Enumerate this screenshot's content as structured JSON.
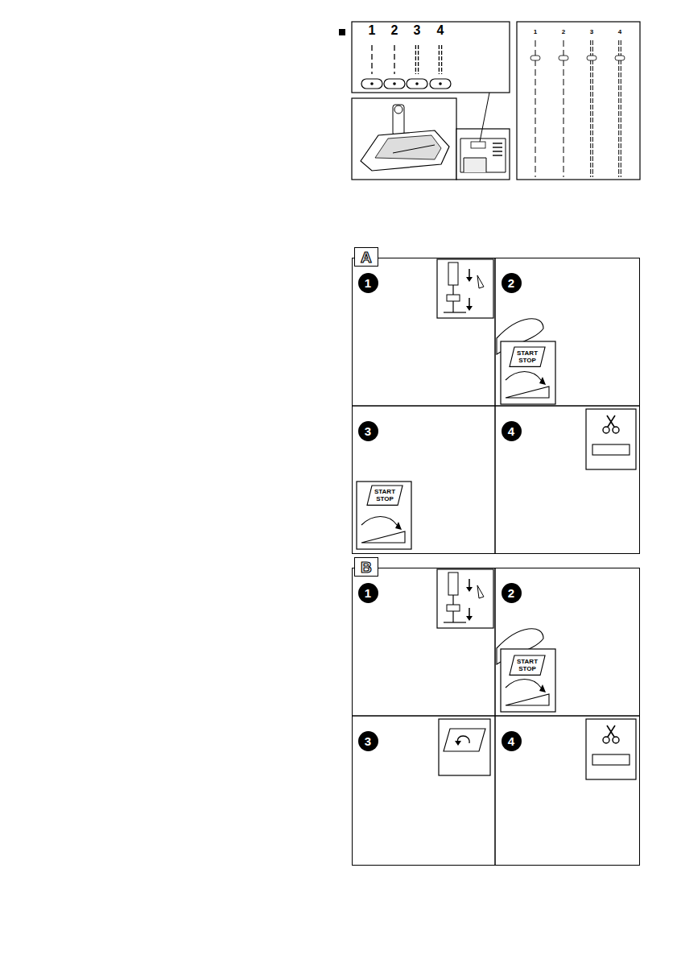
{
  "diagram": {
    "nodes": [
      {
        "text": [
          "A"
        ]
      },
      {
        "text": [
          "1"
        ],
        "in": 0
      },
      {
        "text": [
          "2"
        ],
        "in": 0
      },
      {
        "text": [
          "START STOP"
        ],
        "in": 0
      },
      {
        "text": [
          "3"
        ],
        "in": 0
      },
      {
        "text": [
          "START STOP"
        ],
        "in": 0
      },
      {
        "text": [
          "4"
        ],
        "in": 0
      },
      {
        "text": [
          "B"
        ]
      },
      {
        "text": [
          "1"
        ],
        "in": 7
      },
      {
        "text": [
          "2"
        ],
        "in": 7
      },
      {
        "text": [
          "START STOP"
        ],
        "in": 7
      },
      {
        "text": [
          "3"
        ],
        "in": 7
      },
      {
        "text": [
          "4"
        ],
        "in": 7
      }
    ],
    "labels": [
      "1",
      "2",
      "3",
      "4",
      "1",
      "2",
      "3",
      "4"
    ]
  }
}
